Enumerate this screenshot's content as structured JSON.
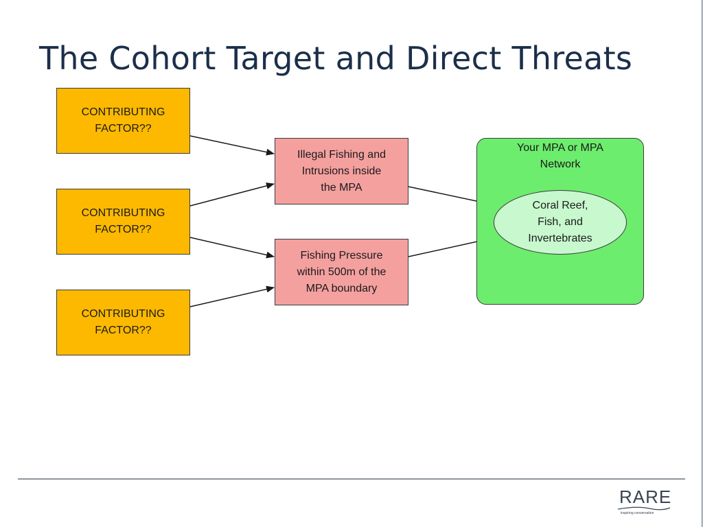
{
  "slide": {
    "title": "The Cohort Target and Direct Threats"
  },
  "factors": [
    {
      "line1": "CONTRIBUTING",
      "line2": "FACTOR??"
    },
    {
      "line1": "CONTRIBUTING",
      "line2": "FACTOR??"
    },
    {
      "line1": "CONTRIBUTING",
      "line2": "FACTOR??"
    }
  ],
  "threats": [
    {
      "lines": [
        "Illegal Fishing and",
        "Intrusions inside",
        "the MPA"
      ]
    },
    {
      "lines": [
        "Fishing Pressure",
        "within 500m of the",
        "MPA boundary"
      ]
    }
  ],
  "scope": {
    "lines": [
      "Your MPA or MPA",
      "Network"
    ]
  },
  "target": {
    "lines": [
      "Coral Reef,",
      "Fish, and",
      "Invertebrates"
    ]
  },
  "logo": {
    "name": "RARE",
    "tagline": "inspiring conservation"
  },
  "colors": {
    "title": "#1b2f4a",
    "factor_fill": "#fdb900",
    "threat_fill": "#f4a09f",
    "scope_fill": "#6ded6d",
    "target_fill": "#c8f8cd",
    "arrow": "#1a1a1a"
  }
}
